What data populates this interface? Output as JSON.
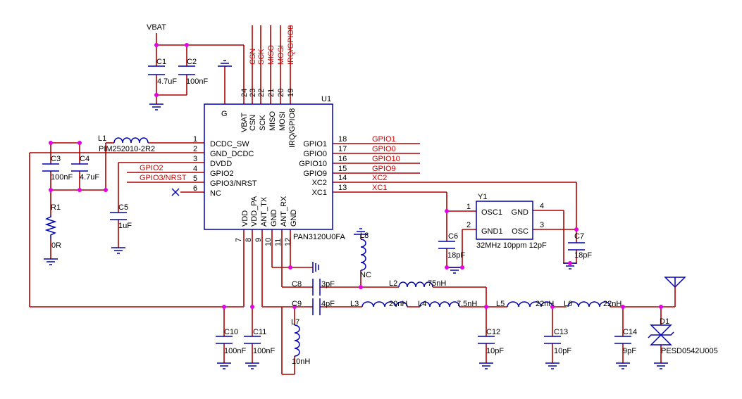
{
  "colors": {
    "wire": "#b00000",
    "component": "#0000b4",
    "junction": "#e600e6",
    "net_label": "#d00000",
    "text": "#000000"
  },
  "ic": {
    "ref": "U1",
    "part": "PAN3120U0FA",
    "top_pins": [
      {
        "num": "24",
        "name": "VBAT"
      },
      {
        "num": "23",
        "name": "CSN"
      },
      {
        "num": "22",
        "name": "SCK"
      },
      {
        "num": "21",
        "name": "MISO"
      },
      {
        "num": "20",
        "name": "MOSI"
      },
      {
        "num": "19",
        "name": "IRQ/GPIO8"
      }
    ],
    "ground_pin_name": "G",
    "left_pins": [
      {
        "num": "1",
        "name": "DCDC_SW"
      },
      {
        "num": "2",
        "name": "GND_DCDC"
      },
      {
        "num": "3",
        "name": "DVDD"
      },
      {
        "num": "4",
        "name": "GPIO2"
      },
      {
        "num": "5",
        "name": "GPIO3/NRST"
      },
      {
        "num": "6",
        "name": "NC"
      }
    ],
    "right_pins": [
      {
        "num": "18",
        "name": "GPIO1"
      },
      {
        "num": "17",
        "name": "GPIO0"
      },
      {
        "num": "16",
        "name": "GPIO10"
      },
      {
        "num": "15",
        "name": "GPIO9"
      },
      {
        "num": "14",
        "name": "XC2"
      },
      {
        "num": "13",
        "name": "XC1"
      }
    ],
    "bottom_pins": [
      {
        "num": "7",
        "name": "VDD"
      },
      {
        "num": "8",
        "name": "VDD_PA"
      },
      {
        "num": "9",
        "name": "ANT_TX"
      },
      {
        "num": "10",
        "name": "GND"
      },
      {
        "num": "11",
        "name": "ANT_RX"
      },
      {
        "num": "12",
        "name": "GND"
      }
    ]
  },
  "nets": {
    "vbat": "VBAT",
    "top": [
      "CSN",
      "SCK",
      "MISO",
      "MOSI",
      "IRQ/GPIO8"
    ],
    "left": [
      "GPIO2",
      "GPIO3/NRST"
    ],
    "right": [
      "GPIO1",
      "GPIO0",
      "GPIO10",
      "GPIO9",
      "XC2",
      "XC1"
    ]
  },
  "components": {
    "C1": {
      "ref": "C1",
      "value": "4.7uF"
    },
    "C2": {
      "ref": "C2",
      "value": "100nF"
    },
    "C3": {
      "ref": "C3",
      "value": "100nF"
    },
    "C4": {
      "ref": "C4",
      "value": "4.7uF"
    },
    "C5": {
      "ref": "C5",
      "value": "1uF"
    },
    "R1": {
      "ref": "R1",
      "value": "0R"
    },
    "L1": {
      "ref": "L1",
      "value": "PIM252010-2R2"
    },
    "C6": {
      "ref": "C6",
      "value": "18pF"
    },
    "C7": {
      "ref": "C7",
      "value": "18pF"
    },
    "Y1": {
      "ref": "Y1",
      "value": "32MHz 10ppm 12pF",
      "pins": [
        {
          "num": "1",
          "name": "OSC1"
        },
        {
          "num": "2",
          "name": "GND1"
        },
        {
          "num": "3",
          "name": "OSC"
        },
        {
          "num": "4",
          "name": "GND"
        }
      ]
    },
    "L8": {
      "ref": "L8",
      "value": "NC"
    },
    "C8": {
      "ref": "C8",
      "value": "3pF"
    },
    "C9": {
      "ref": "C9",
      "value": "4pF"
    },
    "L2": {
      "ref": "L2",
      "value": "75nH"
    },
    "L3": {
      "ref": "L3",
      "value": "20nH"
    },
    "L4": {
      "ref": "L4",
      "value": "7.5nH"
    },
    "L5": {
      "ref": "L5",
      "value": "22nH"
    },
    "L6": {
      "ref": "L6",
      "value": "22nH"
    },
    "L7": {
      "ref": "L7",
      "value": "10nH"
    },
    "C10": {
      "ref": "C10",
      "value": "100nF"
    },
    "C11": {
      "ref": "C11",
      "value": "100nF"
    },
    "C12": {
      "ref": "C12",
      "value": "10pF"
    },
    "C13": {
      "ref": "C13",
      "value": "10pF"
    },
    "C14": {
      "ref": "C14",
      "value": "9pF"
    },
    "D1": {
      "ref": "D1",
      "value": "PESD0542U005"
    }
  }
}
